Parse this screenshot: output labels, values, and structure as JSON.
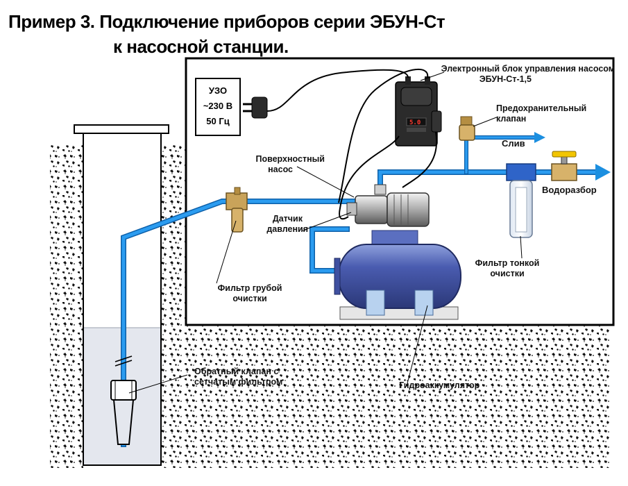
{
  "title": {
    "line1": "Пример 3. Подключение приборов серии ЭБУН-Ст",
    "line2": "к насосной станции."
  },
  "power": {
    "line1": "УЗО",
    "line2": "~230 В",
    "line3": "50 Гц"
  },
  "labels": {
    "control_block_1": "Электронный блок управления насосом",
    "control_block_2": "ЭБУН-Ст-1,5",
    "safety_valve_1": "Предохранительный",
    "safety_valve_2": "клапан",
    "drain": "Слив",
    "water_outlet": "Водоразбор",
    "surface_pump_1": "Поверхностный",
    "surface_pump_2": "насос",
    "pressure_sensor_1": "Датчик",
    "pressure_sensor_2": "давления",
    "coarse_filter_1": "Фильтр грубой",
    "coarse_filter_2": "очистки",
    "fine_filter_1": "Фильтр тонкой",
    "fine_filter_2": "очистки",
    "check_valve_1": "Обратный клапан с",
    "check_valve_2": "сетчатым фильтром",
    "accumulator": "Гидроаккумулятор"
  },
  "display_value": "5.0",
  "colors": {
    "pipe": "#1c8fe0",
    "pipe_outline": "#0d5fa8",
    "water": "#e6e8ee",
    "tank": "#3e4f9e",
    "tank_light": "#6f85cf",
    "control_block": "#2a2a2a",
    "brass": "#c9a35a"
  }
}
